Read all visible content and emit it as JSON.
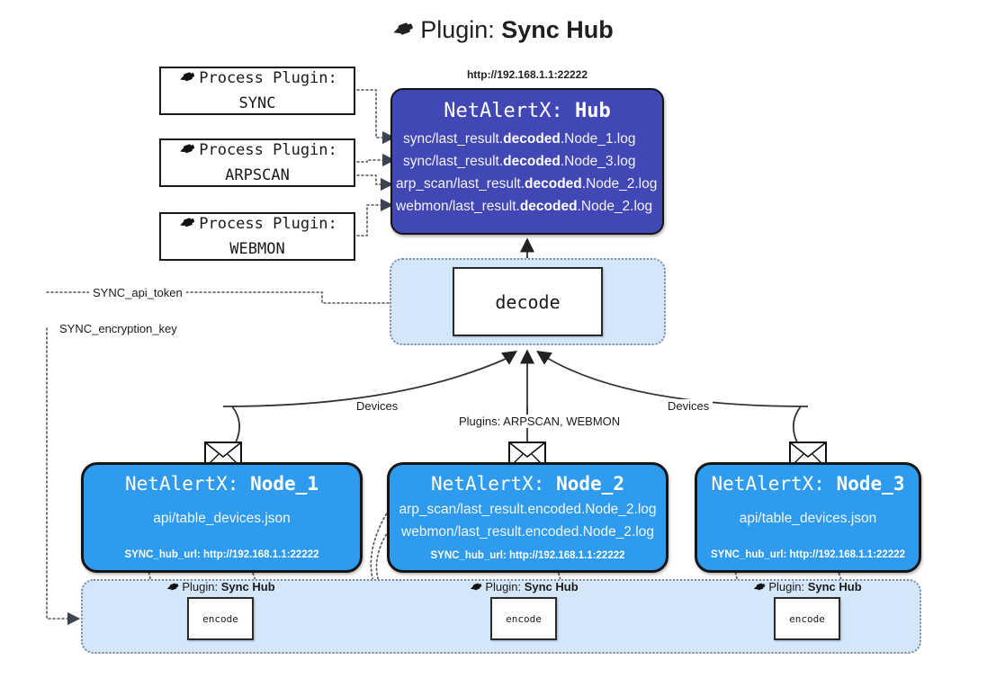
{
  "title": {
    "icon": "plug-icon",
    "prefix": "Plugin:",
    "name": "Sync Hub"
  },
  "process_plugins": [
    {
      "icon": "plug-icon",
      "line1": "Process Plugin:",
      "line2": "SYNC"
    },
    {
      "icon": "plug-icon",
      "line1": "Process Plugin:",
      "line2": "ARPSCAN"
    },
    {
      "icon": "plug-icon",
      "line1": "Process Plugin:",
      "line2": "WEBMON"
    }
  ],
  "hub": {
    "url": "http://192.168.1.1:22222",
    "title_prefix": "NetAlertX:",
    "title_name": "Hub",
    "logs": [
      {
        "pre": "sync/last_result.",
        "em": "decoded",
        "post": ".Node_1.log"
      },
      {
        "pre": "sync/last_result.",
        "em": "decoded",
        "post": ".Node_3.log"
      },
      {
        "pre": "arp_scan/last_result.",
        "em": "decoded",
        "post": ".Node_2.log"
      },
      {
        "pre": "webmon/last_result.",
        "em": "decoded",
        "post": ".Node_2.log"
      }
    ]
  },
  "decode": {
    "label": "decode"
  },
  "secrets": {
    "api_token": "SYNC_api_token",
    "encryption_key": "SYNC_encryption_key"
  },
  "edges": {
    "devices_left": "Devices",
    "devices_right": "Devices",
    "plugins_mid": "Plugins: ARPSCAN, WEBMON"
  },
  "nodes": [
    {
      "title_prefix": "NetAlertX:",
      "title_name": "Node_1",
      "lines": [
        "api/table_devices.json"
      ],
      "hub_url_label": "SYNC_hub_url: http://192.168.1.1:22222",
      "envelope_icon": "envelope-icon"
    },
    {
      "title_prefix": "NetAlertX:",
      "title_name": "Node_2",
      "lines": [
        "arp_scan/last_result.encoded.Node_2.log",
        "webmon/last_result.encoded.Node_2.log"
      ],
      "hub_url_label": "SYNC_hub_url: http://192.168.1.1:22222",
      "envelope_icon": "envelope-icon"
    },
    {
      "title_prefix": "NetAlertX:",
      "title_name": "Node_3",
      "lines": [
        "api/table_devices.json"
      ],
      "hub_url_label": "SYNC_hub_url: http://192.168.1.1:22222",
      "envelope_icon": "envelope-icon"
    }
  ],
  "encoders": [
    {
      "plugin_prefix": "Plugin:",
      "plugin_name": "Sync Hub",
      "label": "encode",
      "icon": "plug-icon"
    },
    {
      "plugin_prefix": "Plugin:",
      "plugin_name": "Sync Hub",
      "label": "encode",
      "icon": "plug-icon"
    },
    {
      "plugin_prefix": "Plugin:",
      "plugin_name": "Sync Hub",
      "label": "encode",
      "icon": "plug-icon"
    }
  ],
  "colors": {
    "hub": "#4147b4",
    "node": "#2f9bee",
    "container": "#d4e7fa",
    "border": "#151515"
  }
}
